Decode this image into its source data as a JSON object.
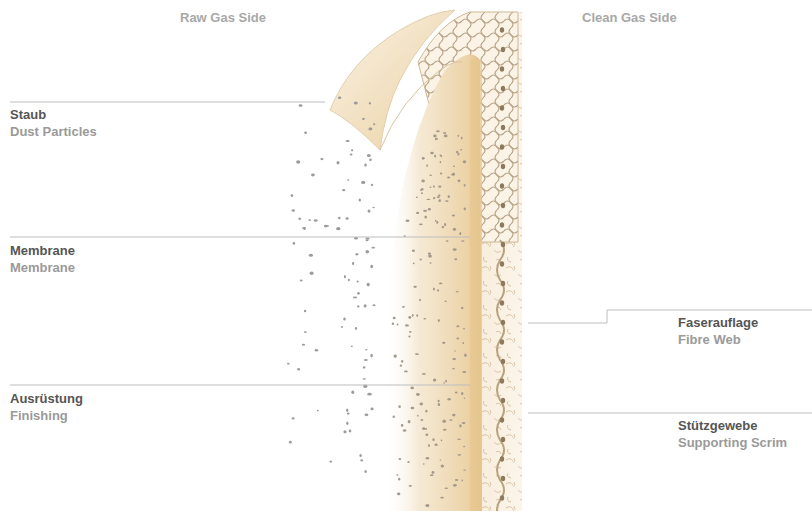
{
  "diagram": {
    "labels": [
      "Raw Gas Side",
      "Clean Gas Side",
      "Staub",
      "Dust Particles",
      "Membrane",
      "Membrane",
      "Ausrüstung",
      "Finishing",
      "Faserauflage",
      "Fibre Web",
      "Stützgewebe",
      "Supporting Scrim"
    ]
  }
}
